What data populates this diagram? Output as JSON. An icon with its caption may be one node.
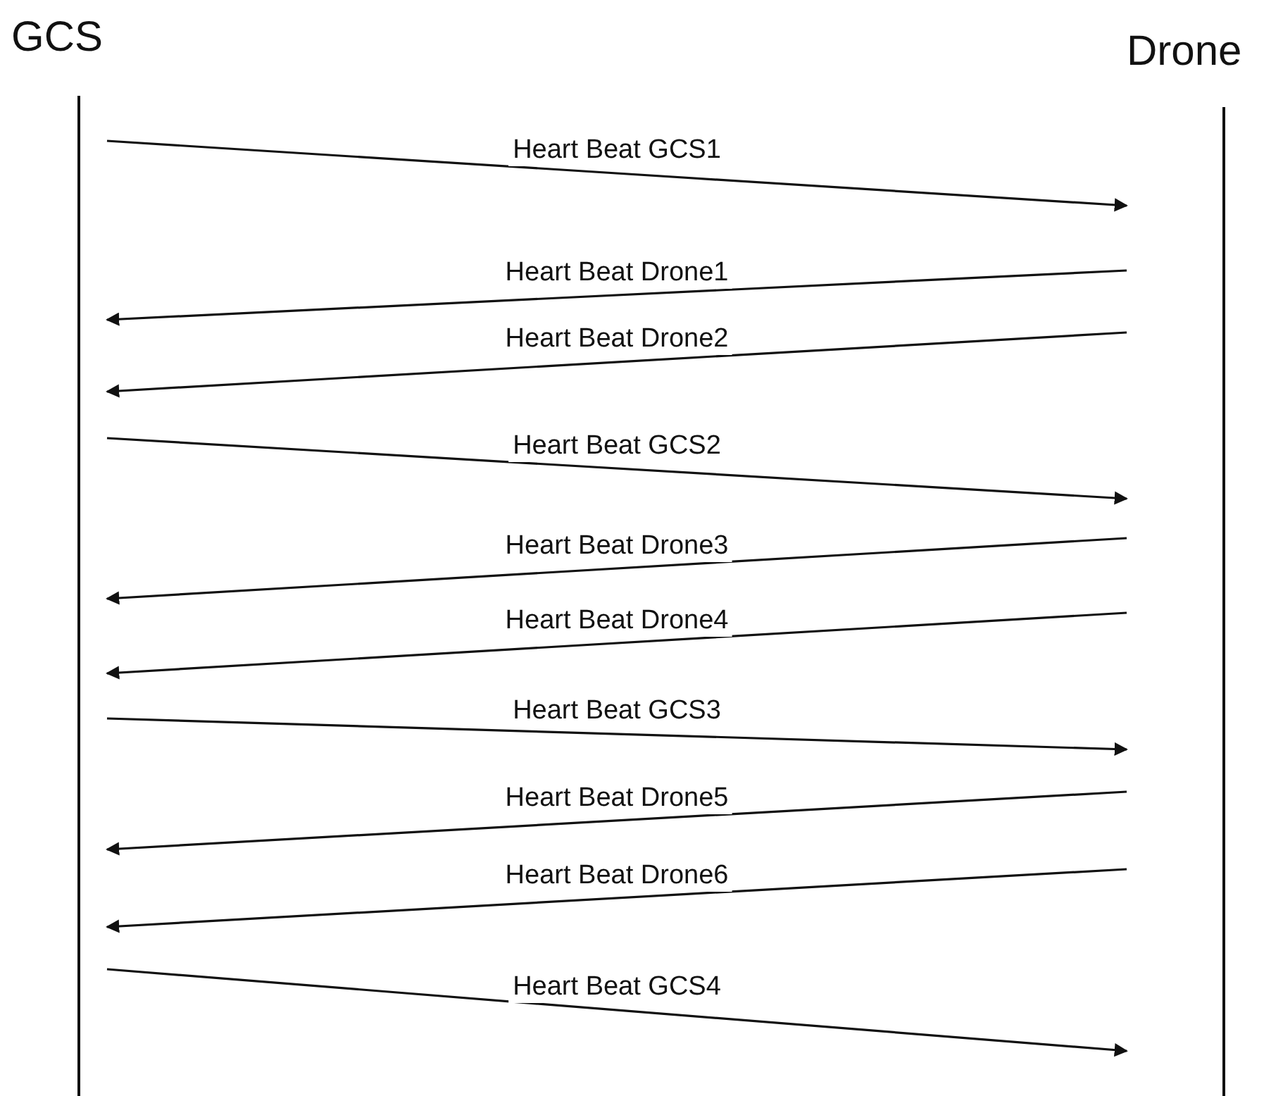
{
  "diagram": {
    "nodes": [
      {
        "text": [
          "GCS"
        ]
      },
      {
        "text": [
          "Drone"
        ]
      }
    ],
    "edges": [
      {
        "from": 0,
        "to": 1,
        "arrow": "to",
        "label": "Heart Beat GCS1"
      },
      {
        "from": 1,
        "to": 0,
        "arrow": "to",
        "label": "Heart Beat Drone1"
      },
      {
        "from": 1,
        "to": 0,
        "arrow": "to",
        "label": "Heart Beat Drone2"
      },
      {
        "from": 0,
        "to": 1,
        "arrow": "to",
        "label": "Heart Beat GCS2"
      },
      {
        "from": 1,
        "to": 0,
        "arrow": "to",
        "label": "Heart Beat Drone3"
      },
      {
        "from": 1,
        "to": 0,
        "arrow": "to",
        "label": "Heart Beat Drone4"
      },
      {
        "from": 0,
        "to": 1,
        "arrow": "to",
        "label": "Heart Beat GCS3"
      },
      {
        "from": 1,
        "to": 0,
        "arrow": "to",
        "label": "Heart Beat Drone5"
      },
      {
        "from": 1,
        "to": 0,
        "arrow": "to",
        "label": "Heart Beat Drone6"
      },
      {
        "from": 0,
        "to": 1,
        "arrow": "to",
        "label": "Heart Beat GCS4"
      }
    ]
  }
}
